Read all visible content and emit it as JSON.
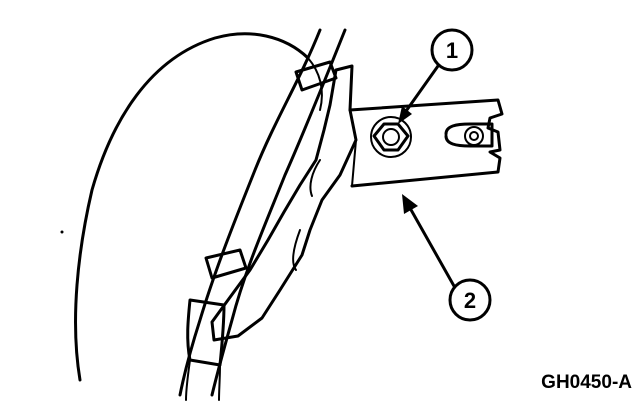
{
  "figure": {
    "code": "GH0450-A",
    "callouts": [
      {
        "number": "1"
      },
      {
        "number": "2"
      }
    ]
  }
}
